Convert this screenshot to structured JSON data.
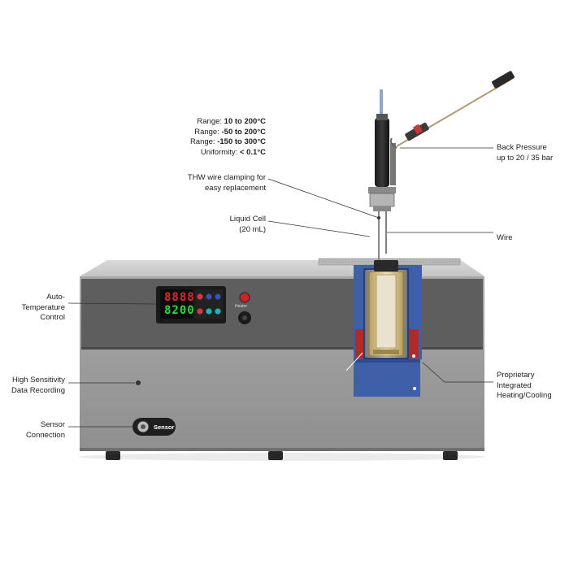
{
  "specs": [
    {
      "prefix": "Range: ",
      "value": "10 to 200°C"
    },
    {
      "prefix": "Range: ",
      "value": "-50 to 200°C"
    },
    {
      "prefix": "Range: ",
      "value": "-150 to 300°C"
    },
    {
      "prefix": "Uniformity: ",
      "value": "< 0.1°C"
    }
  ],
  "labels": {
    "clamp": [
      "THW wire clamping for",
      "easy replacement"
    ],
    "cell": [
      "Liquid Cell",
      "(20 mL)"
    ],
    "auto": [
      "Auto-",
      "Temperature",
      "Control"
    ],
    "hsdr": [
      "High Sensitivity",
      "Data Recording"
    ],
    "sensor": [
      "Sensor",
      "Connection"
    ],
    "back": [
      "Back Pressure",
      "up to 20 / 35 bar"
    ],
    "wire": [
      "Wire"
    ],
    "heat": [
      "Proprietary",
      "Integrated",
      "Heating/Cooling"
    ]
  },
  "device": {
    "display_top": "8888",
    "display_bottom": "8200",
    "heater_label": "Heater",
    "sensor_port_label": "Sensor"
  },
  "colors": {
    "chassis": "#9c9c9c",
    "panel": "#5e5e5e",
    "insulation_blue": "#3f5fa8",
    "heater_red": "#b02a2a",
    "cell_gold": "#d8c79a"
  }
}
